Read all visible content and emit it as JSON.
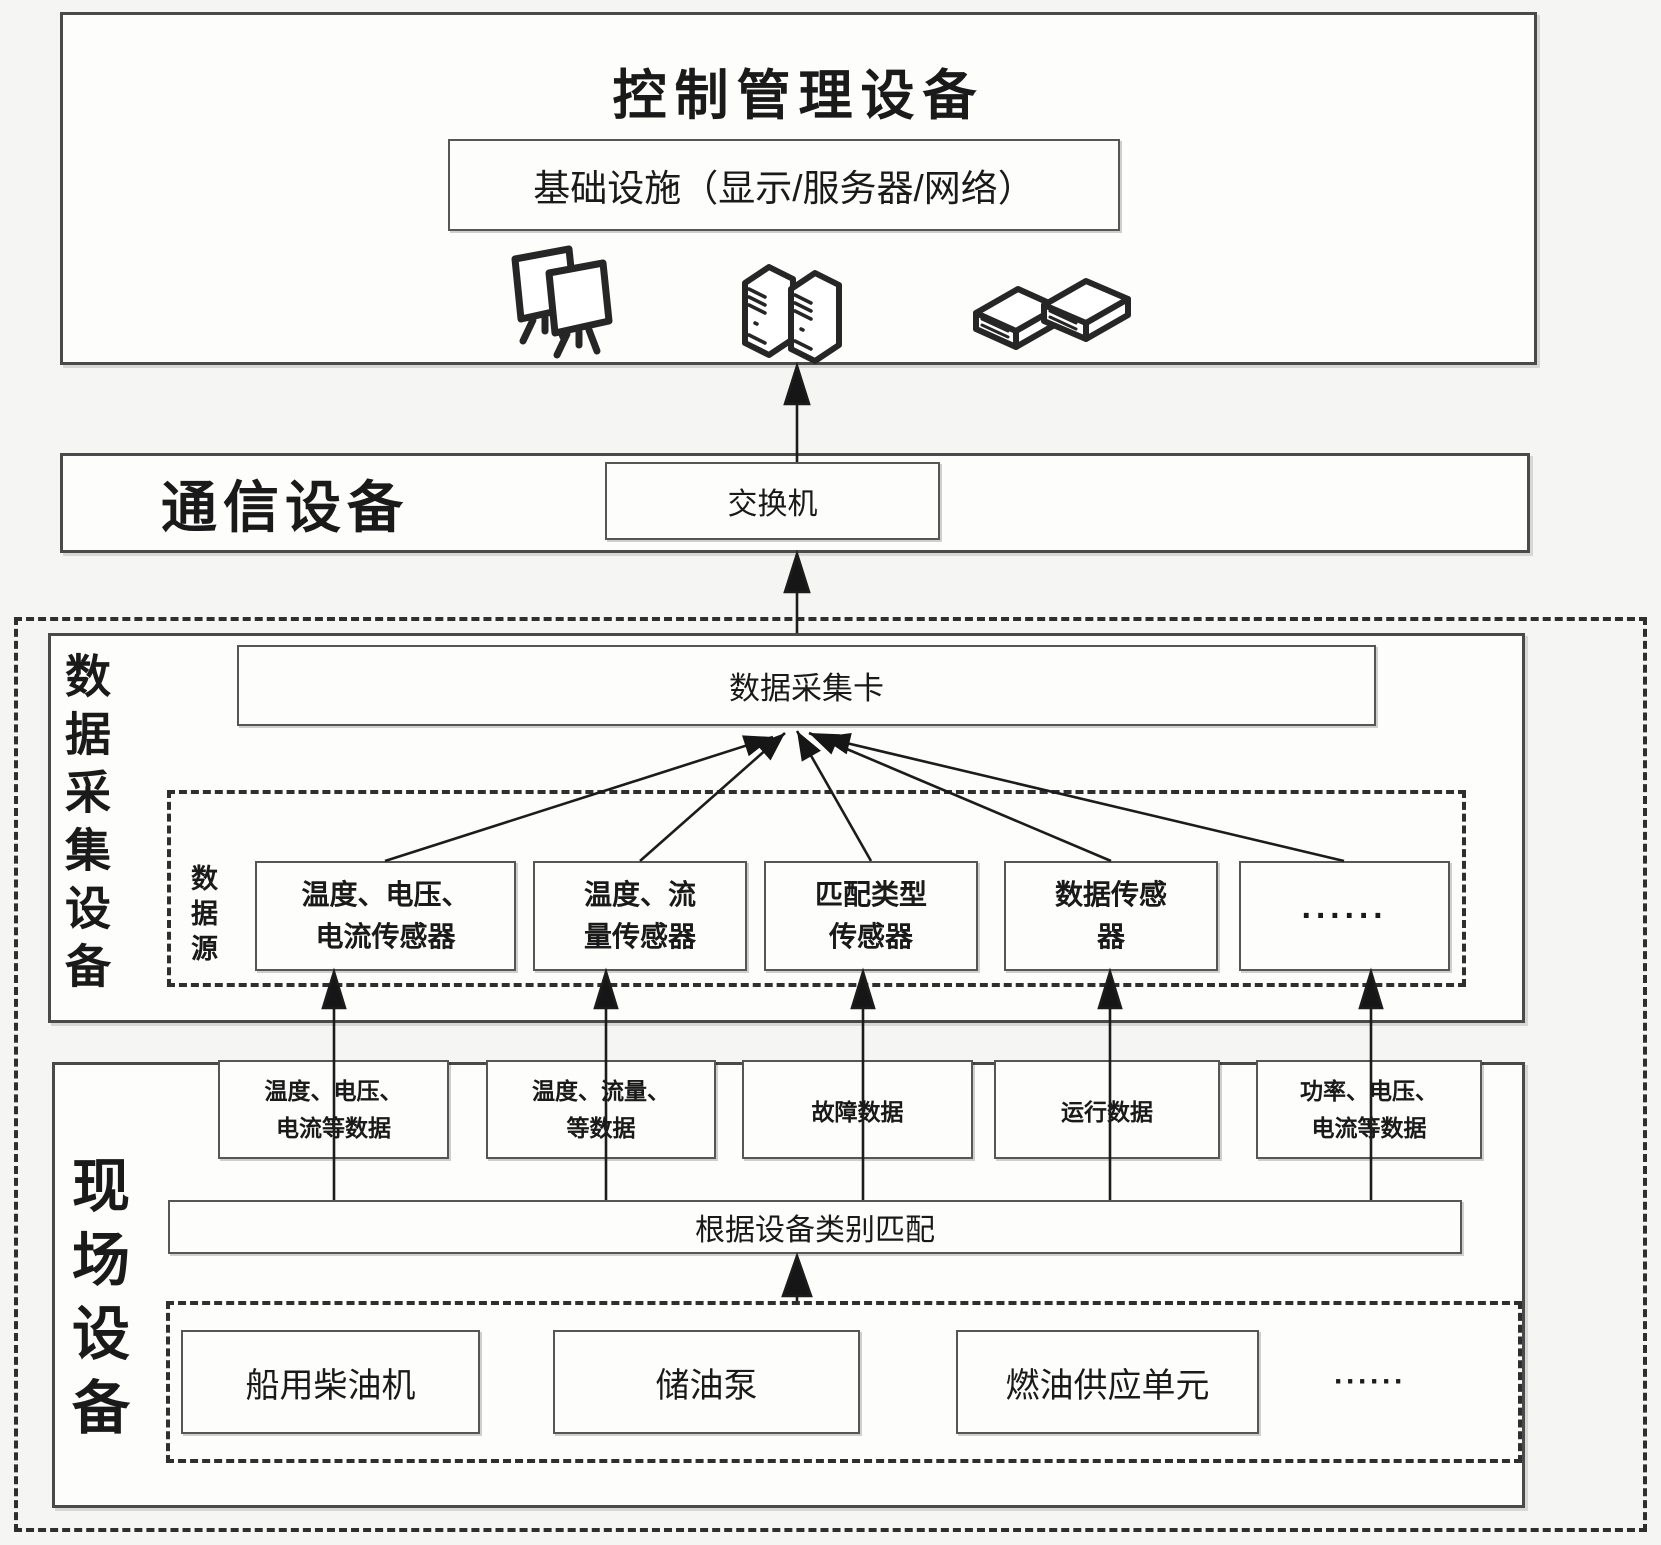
{
  "colors": {
    "background": "#f5f5f3",
    "box_fill": "#fdfdfc",
    "solid_border": "#4a4a4a",
    "dashed_border": "#2f2f2f",
    "text": "#1a1a1a",
    "arrow": "#1c1c1c"
  },
  "top": {
    "title": "控制管理设备",
    "infrastructure": "基础设施（显示/服务器/网络）",
    "icons": [
      "monitors-icon",
      "servers-icon",
      "network-devices-icon"
    ]
  },
  "comm": {
    "label": "通信设备",
    "switch": "交换机"
  },
  "acq": {
    "side_label": "数据采集设备",
    "card": "数据采集卡",
    "source_label": "数据源",
    "sensors": [
      "温度、电压、\n电流传感器",
      "温度、流\n量传感器",
      "匹配类型\n传感器",
      "数据传感\n器",
      "······"
    ]
  },
  "field": {
    "side_label": "现场设备",
    "data_labels": [
      "温度、电压、\n电流等数据",
      "温度、流量、\n等数据",
      "故障数据",
      "运行数据",
      "功率、电压、\n电流等数据"
    ],
    "match": "根据设备类别匹配",
    "devices": [
      "船用柴油机",
      "储油泵",
      "燃油供应单元",
      "······"
    ]
  }
}
